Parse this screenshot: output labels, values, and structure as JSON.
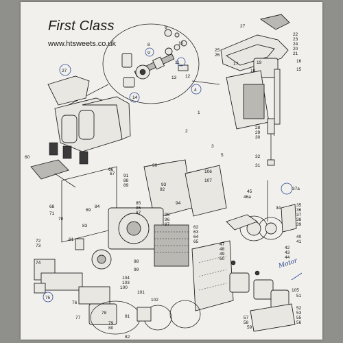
{
  "header": {
    "title": "First Class",
    "website": "www.htsweets.co.uk"
  },
  "annotations": {
    "margin_note": "Motor"
  },
  "callouts": {
    "n27_top": "27",
    "n22": "22",
    "n23": "23",
    "n24": "24",
    "n20": "20",
    "n21": "21",
    "n25": "25",
    "n26": "26",
    "n17": "17",
    "n18": "18",
    "n19": "19",
    "n16": "16",
    "n15": "15",
    "n6": "6",
    "n8": "8",
    "n9": "9",
    "n10": "10",
    "n11": "11",
    "n12": "12",
    "n13": "13",
    "n14": "14",
    "n27_left": "27",
    "n4": "4",
    "n1": "1",
    "n2": "2",
    "n3": "3",
    "n5": "5",
    "n28": "28",
    "n29": "29",
    "n30": "30",
    "n31": "31",
    "n32": "32",
    "n34": "34",
    "n35": "35",
    "n36": "36",
    "n37": "37",
    "n37a": "37a",
    "n38": "38",
    "n39": "39",
    "n40": "40",
    "n41": "41",
    "n42": "42",
    "n43": "43",
    "n44": "44",
    "n45": "45",
    "n46a": "46a",
    "n47": "47",
    "n48": "48",
    "n49": "49",
    "n50": "50",
    "n51": "51",
    "n52": "52",
    "n53": "53",
    "n55": "55",
    "n56": "56",
    "n57": "57",
    "n58": "58",
    "n59": "59",
    "n60": "60",
    "n61": "61",
    "n62": "62",
    "n63": "63",
    "n64": "64",
    "n65": "65",
    "n66": "66",
    "n67": "67",
    "n68": "68",
    "n69": "69",
    "n70": "70",
    "n71": "71",
    "n72": "72",
    "n73": "73",
    "n74": "74",
    "n75": "75",
    "n76": "76",
    "n77": "77",
    "n78": "78",
    "n79": "79",
    "n80": "80",
    "n81": "81",
    "n82": "82",
    "n83": "83",
    "n84": "84",
    "n85": "85",
    "n86": "86",
    "n87": "87",
    "n88": "88",
    "n89": "89",
    "n90": "90",
    "n91": "91",
    "n92": "92",
    "n93": "93",
    "n94": "94",
    "n95": "95",
    "n96": "96",
    "n97": "97",
    "n98": "98",
    "n99": "99",
    "n100": "100",
    "n101": "101",
    "n102": "102",
    "n103": "103",
    "n104": "104",
    "n105": "105",
    "n106": "106",
    "n107": "107"
  }
}
